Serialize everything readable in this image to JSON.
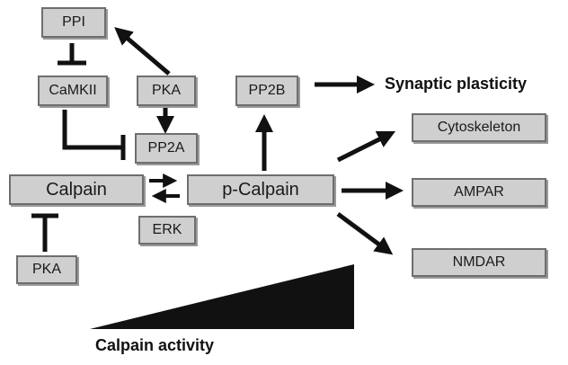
{
  "nodes": {
    "ppi": "PPI",
    "camkii": "CaMKII",
    "pka_top": "PKA",
    "pp2a": "PP2A",
    "pp2b": "PP2B",
    "calpain": "Calpain",
    "p_calpain": "p-Calpain",
    "erk": "ERK",
    "pka_bottom": "PKA",
    "cytoskeleton": "Cytoskeleton",
    "ampar": "AMPAR",
    "nmdar": "NMDAR"
  },
  "labels": {
    "synaptic_plasticity": "Synaptic plasticity",
    "calpain_activity": "Calpain activity"
  }
}
